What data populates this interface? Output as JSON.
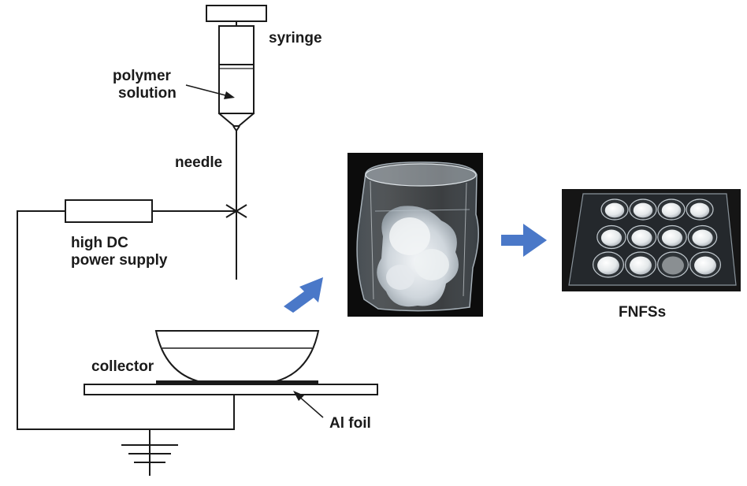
{
  "labels": {
    "syringe": "syringe",
    "polymer_line1": "polymer",
    "polymer_line2": "solution",
    "needle": "needle",
    "power_line1": "high DC",
    "power_line2": "power supply",
    "collector": "collector",
    "al_foil": "Al foil",
    "fnfs": "FNFSs"
  },
  "colors": {
    "line": "#1a1a1a",
    "arrow_fill": "#4a78c8",
    "photo_bg": "#0c0c0c",
    "plate_bg": "#151515",
    "material": "#e8ecef"
  },
  "icons": {
    "ground": "ground-symbol-icon",
    "process_arrow": "block-arrow-icon"
  }
}
